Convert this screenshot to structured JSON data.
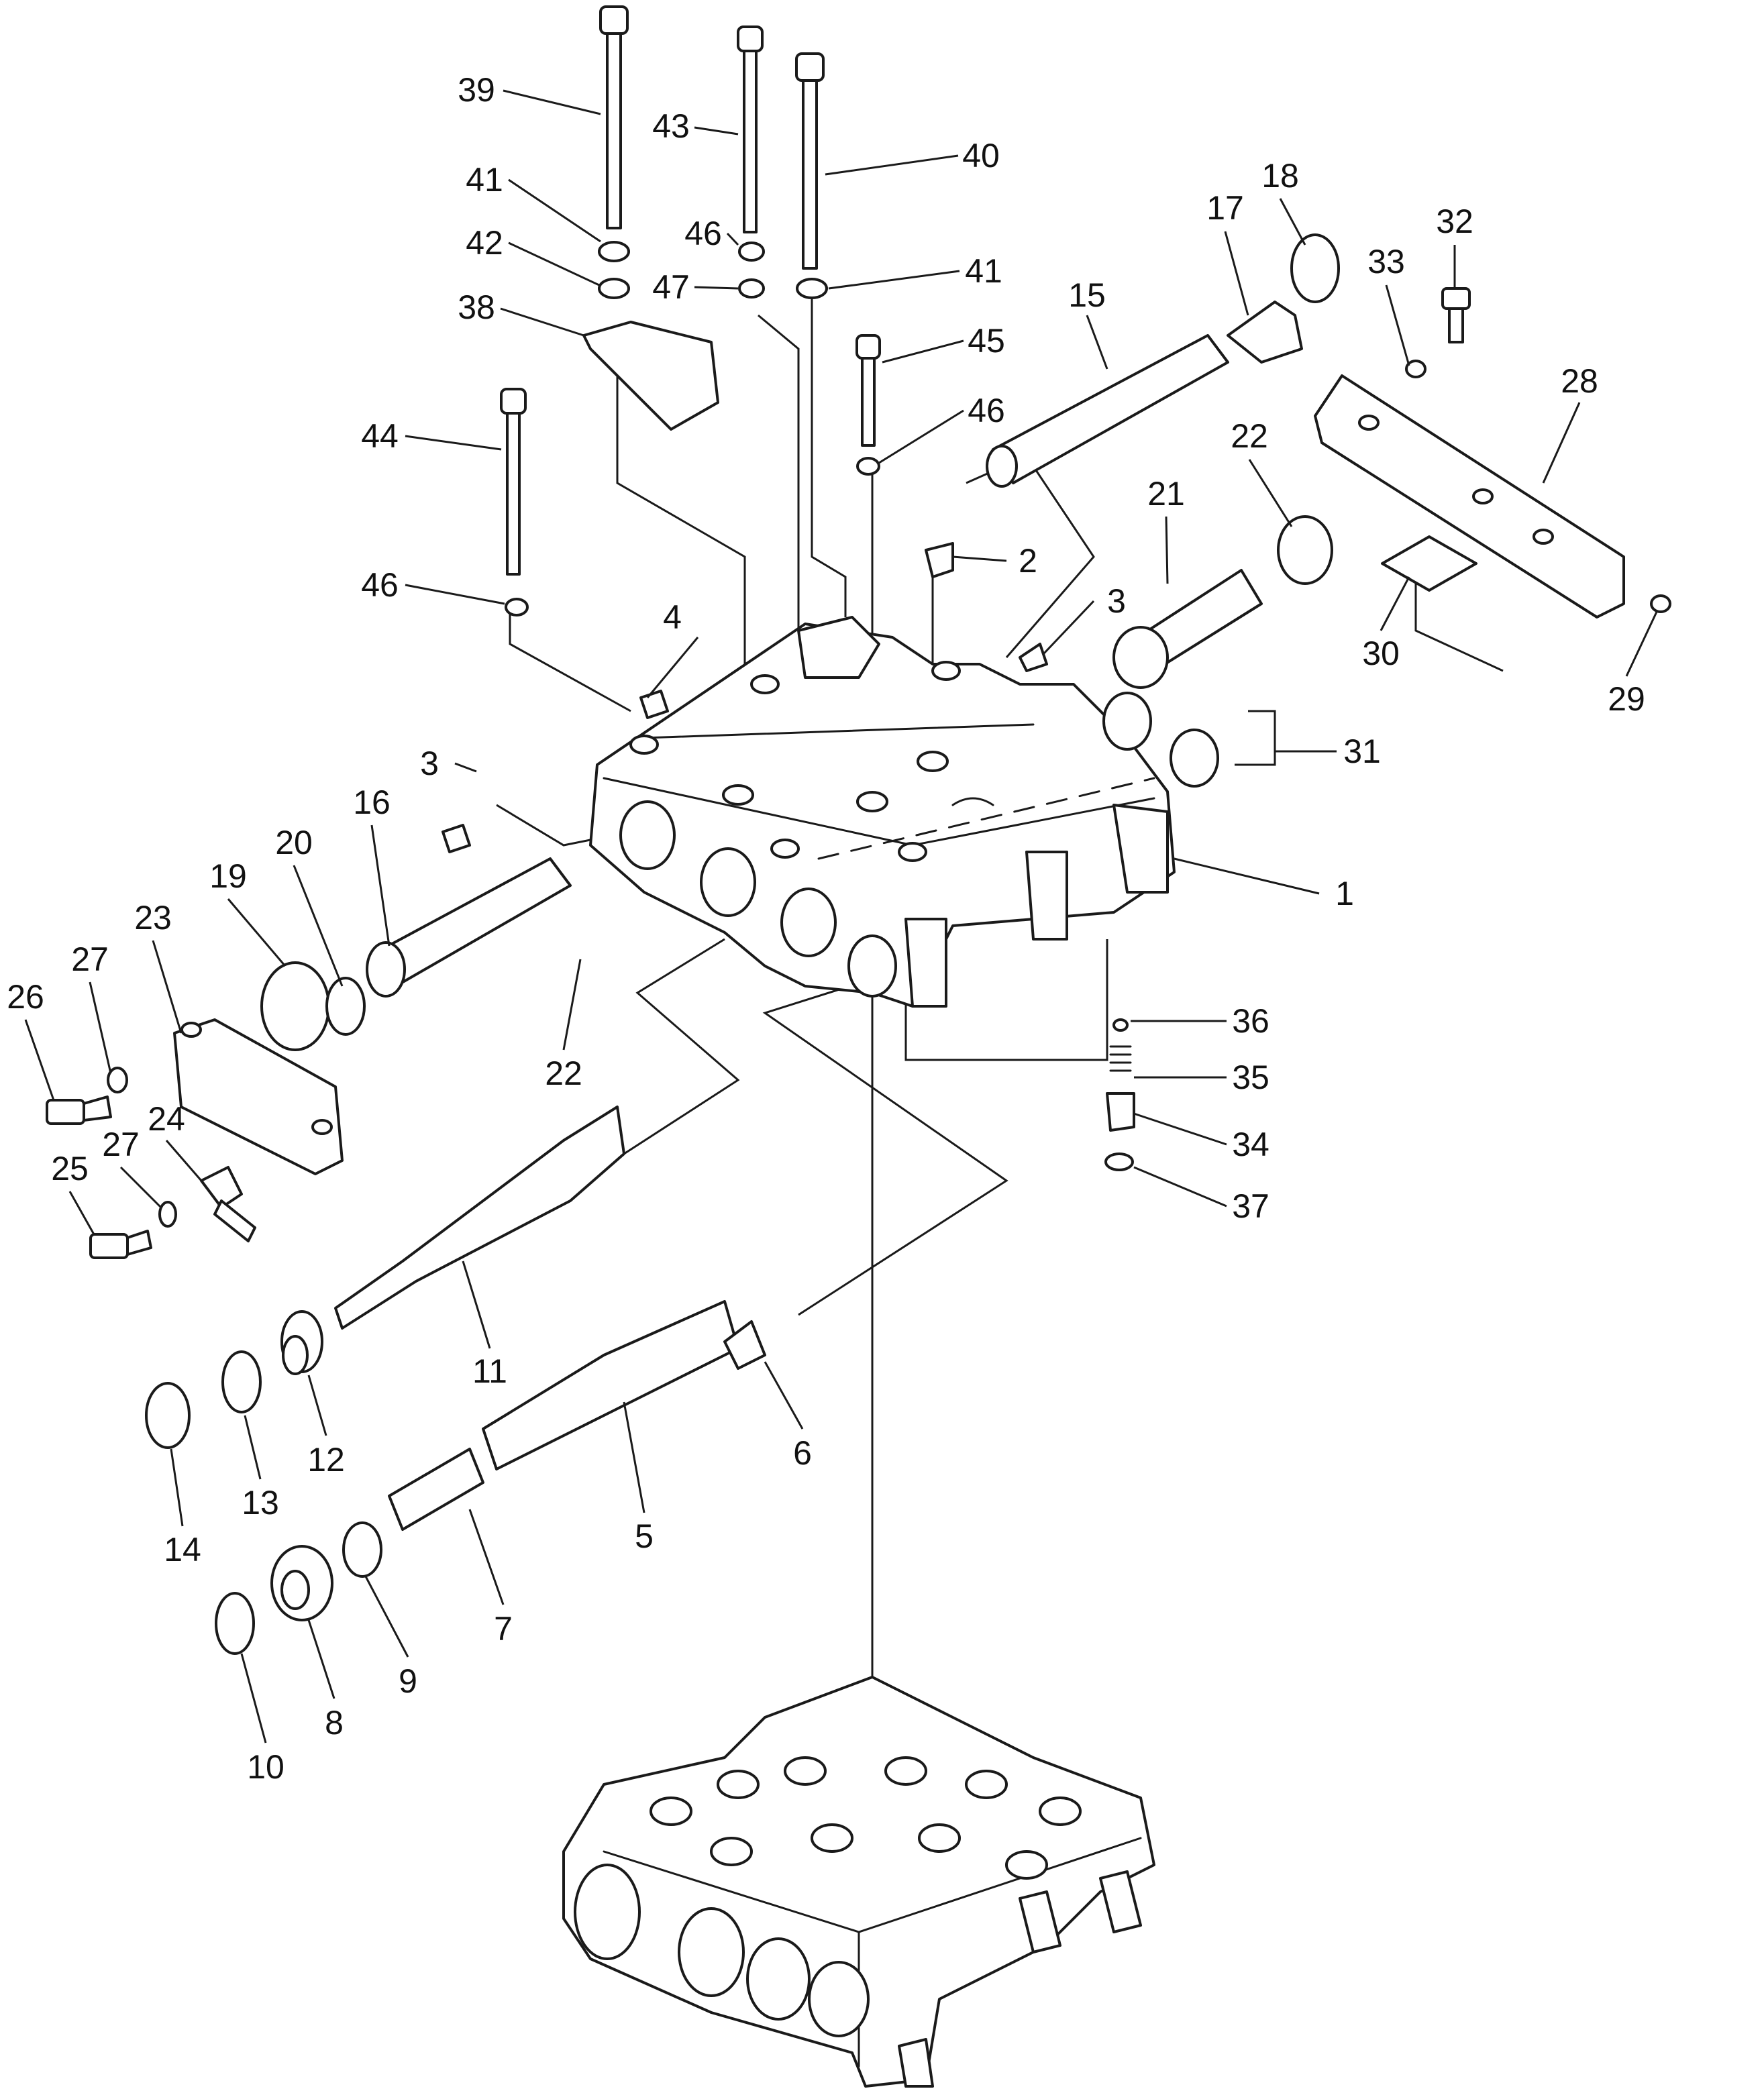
{
  "colors": {
    "ink": "#1a1a1a",
    "paper": "#ffffff"
  },
  "callouts": [
    "1",
    "2",
    "3",
    "3",
    "4",
    "5",
    "6",
    "7",
    "8",
    "9",
    "10",
    "11",
    "12",
    "13",
    "14",
    "15",
    "16",
    "17",
    "18",
    "19",
    "20",
    "21",
    "22",
    "22",
    "22",
    "23",
    "24",
    "25",
    "26",
    "27",
    "27",
    "28",
    "29",
    "30",
    "31",
    "32",
    "33",
    "34",
    "35",
    "36",
    "37",
    "38",
    "39",
    "40",
    "41",
    "41",
    "42",
    "43",
    "44",
    "45",
    "46",
    "46",
    "46",
    "47"
  ]
}
